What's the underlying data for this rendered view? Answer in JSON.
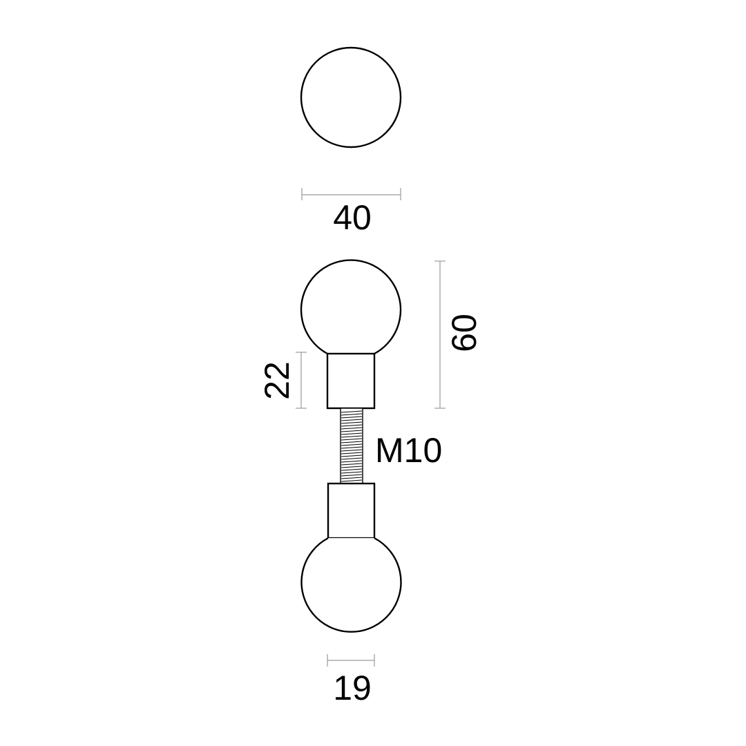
{
  "dimensions": {
    "knob_diameter": "40",
    "total_height": "60",
    "neck_height": "22",
    "thread_spec": "M10",
    "neck_diameter": "19"
  },
  "colors": {
    "outline": "#000000",
    "dimension_line": "#9a9a9a",
    "background": "#ffffff"
  }
}
